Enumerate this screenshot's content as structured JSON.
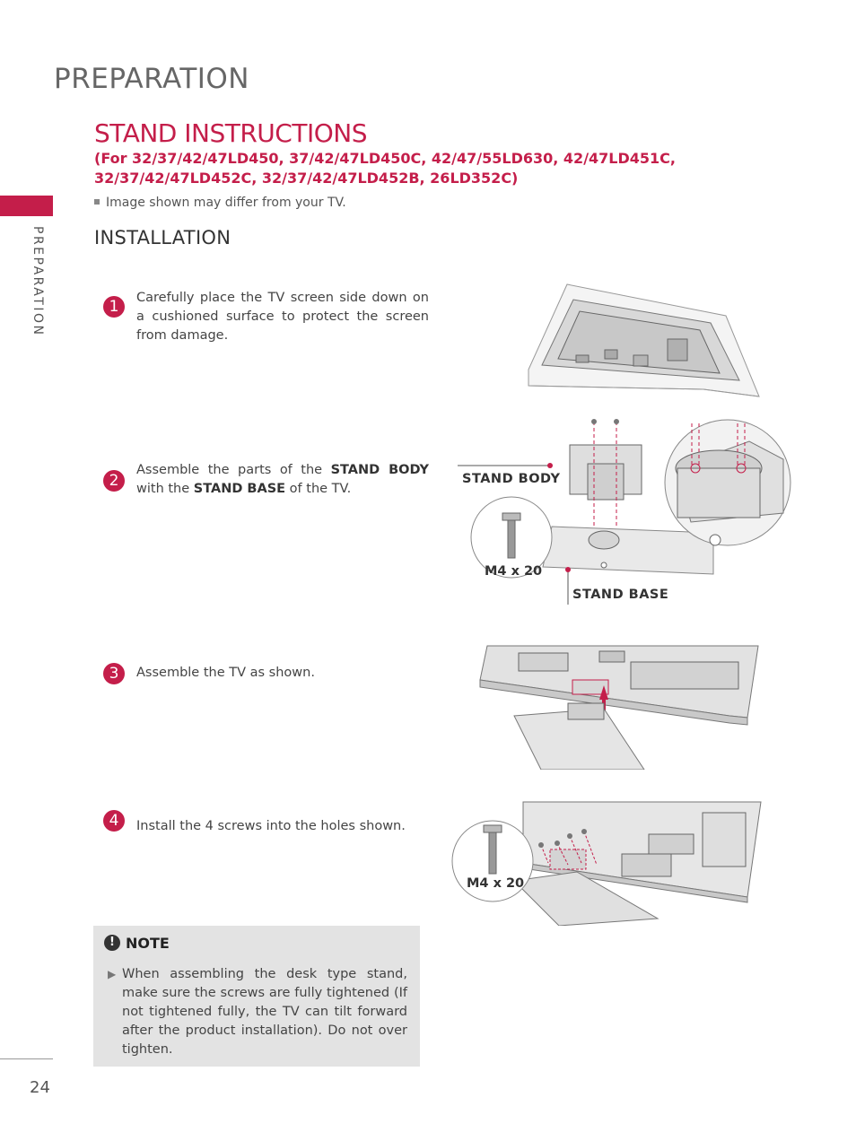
{
  "header": {
    "section": "PREPARATION"
  },
  "sidebar": {
    "label": "PREPARATION"
  },
  "page_number": "24",
  "main": {
    "title": "STAND INSTRUCTIONS",
    "subtitle": "(For 32/37/42/47LD450, 37/42/47LD450C, 42/47/55LD630, 42/47LD451C, 32/37/42/47LD452C, 32/37/42/47LD452B, 26LD352C)",
    "disclaimer": "Image shown may differ from your TV.",
    "heading": "INSTALLATION"
  },
  "steps": [
    {
      "num": "1",
      "text": "Carefully place the TV screen side down on a cushioned surface to protect the screen from damage."
    },
    {
      "num": "2",
      "pre": "Assemble the parts of the ",
      "bold1": "STAND BODY",
      "mid": " with the ",
      "bold2": "STAND BASE",
      "post": " of the TV."
    },
    {
      "num": "3",
      "text": "Assemble the TV as shown."
    },
    {
      "num": "4",
      "text": "Install the 4 screws into the holes shown."
    }
  ],
  "figure_labels": {
    "stand_body": "STAND BODY",
    "stand_base": "STAND BASE",
    "screw_step2": "M4 x 20",
    "screw_step4": "M4 x 20"
  },
  "note": {
    "icon": "!",
    "title": "NOTE",
    "text": "When assembling the desk type stand, make sure the screws are fully tightened (If not tightened fully, the TV can tilt forward after the product installation). Do not  over tighten."
  },
  "colors": {
    "accent": "#c41e4a",
    "note_bg": "#e3e3e3",
    "text": "#444444"
  }
}
